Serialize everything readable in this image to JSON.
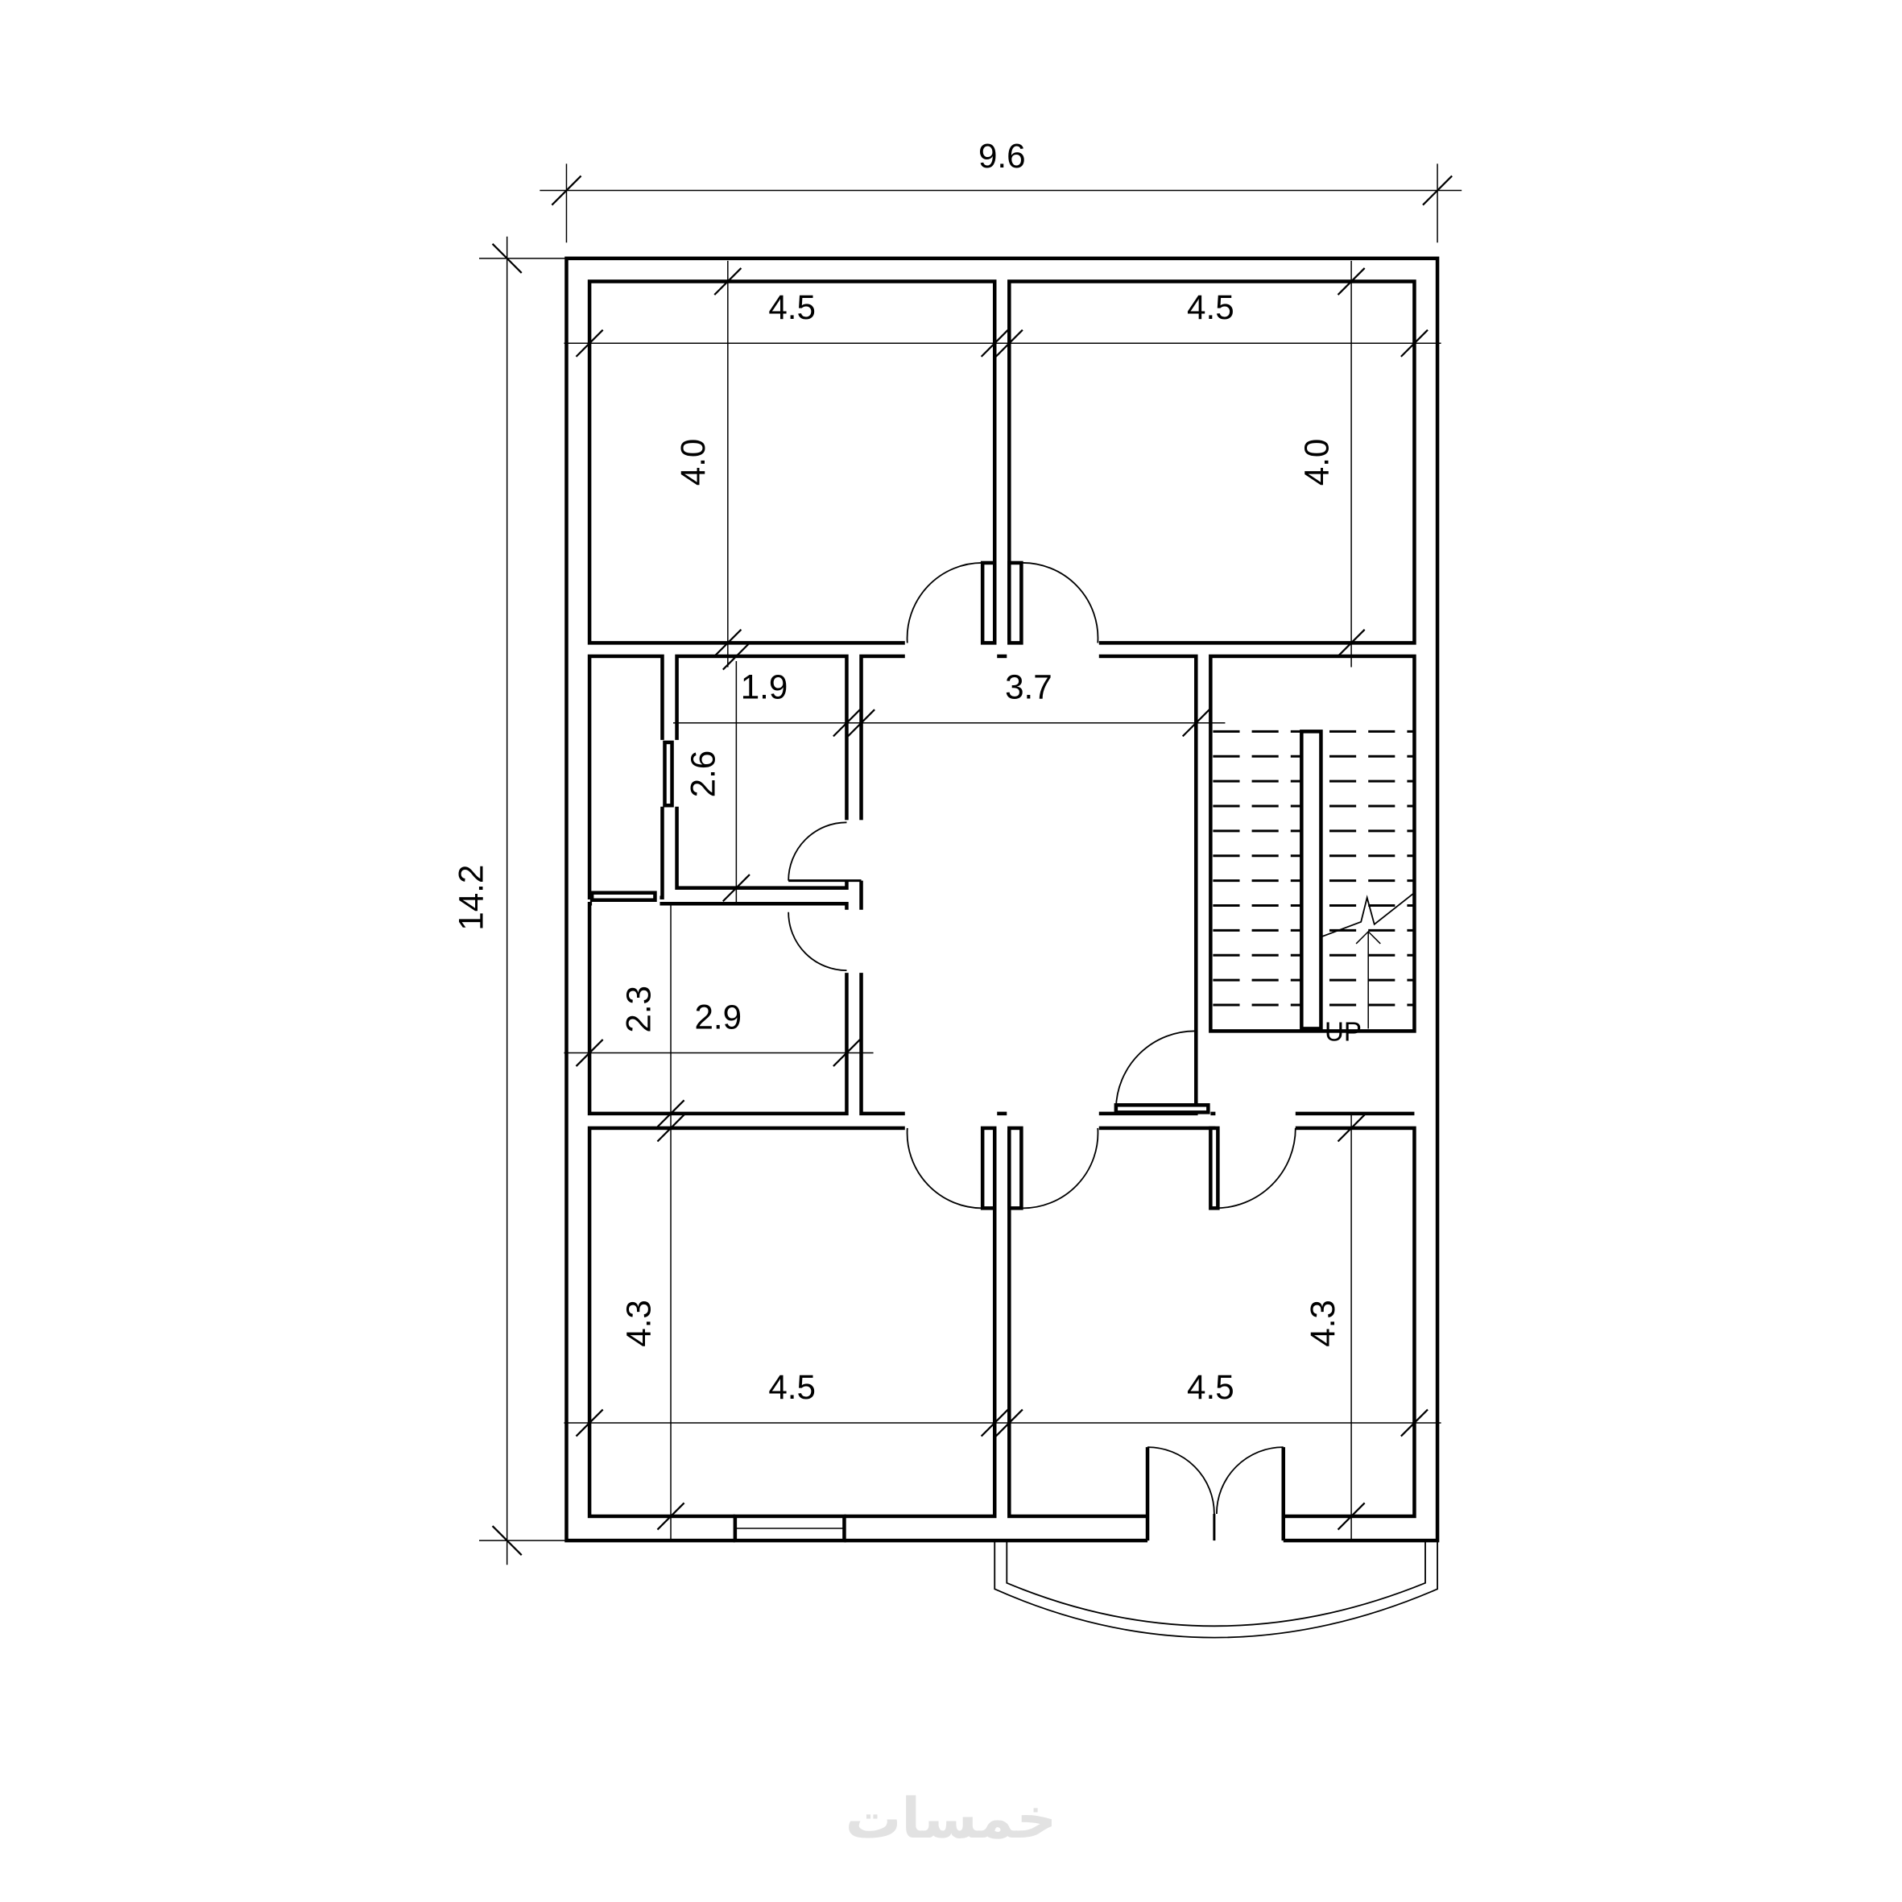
{
  "plan": {
    "overall_width": "9.6",
    "overall_depth": "14.2",
    "rooms": {
      "top_left_width": "4.5",
      "top_left_depth": "4.0",
      "top_right_width": "4.5",
      "top_right_depth": "4.0",
      "bath1_width": "1.9",
      "bath1_depth": "2.6",
      "hall_width": "3.7",
      "bath2_depth": "2.3",
      "bath2_width": "2.9",
      "bottom_left_width": "4.5",
      "bottom_left_depth": "4.3",
      "bottom_right_width": "4.5",
      "bottom_right_depth": "4.3"
    },
    "stair_label": "UP"
  },
  "watermark": "خمسات",
  "colors": {
    "line": "#000000",
    "background": "#ffffff"
  }
}
